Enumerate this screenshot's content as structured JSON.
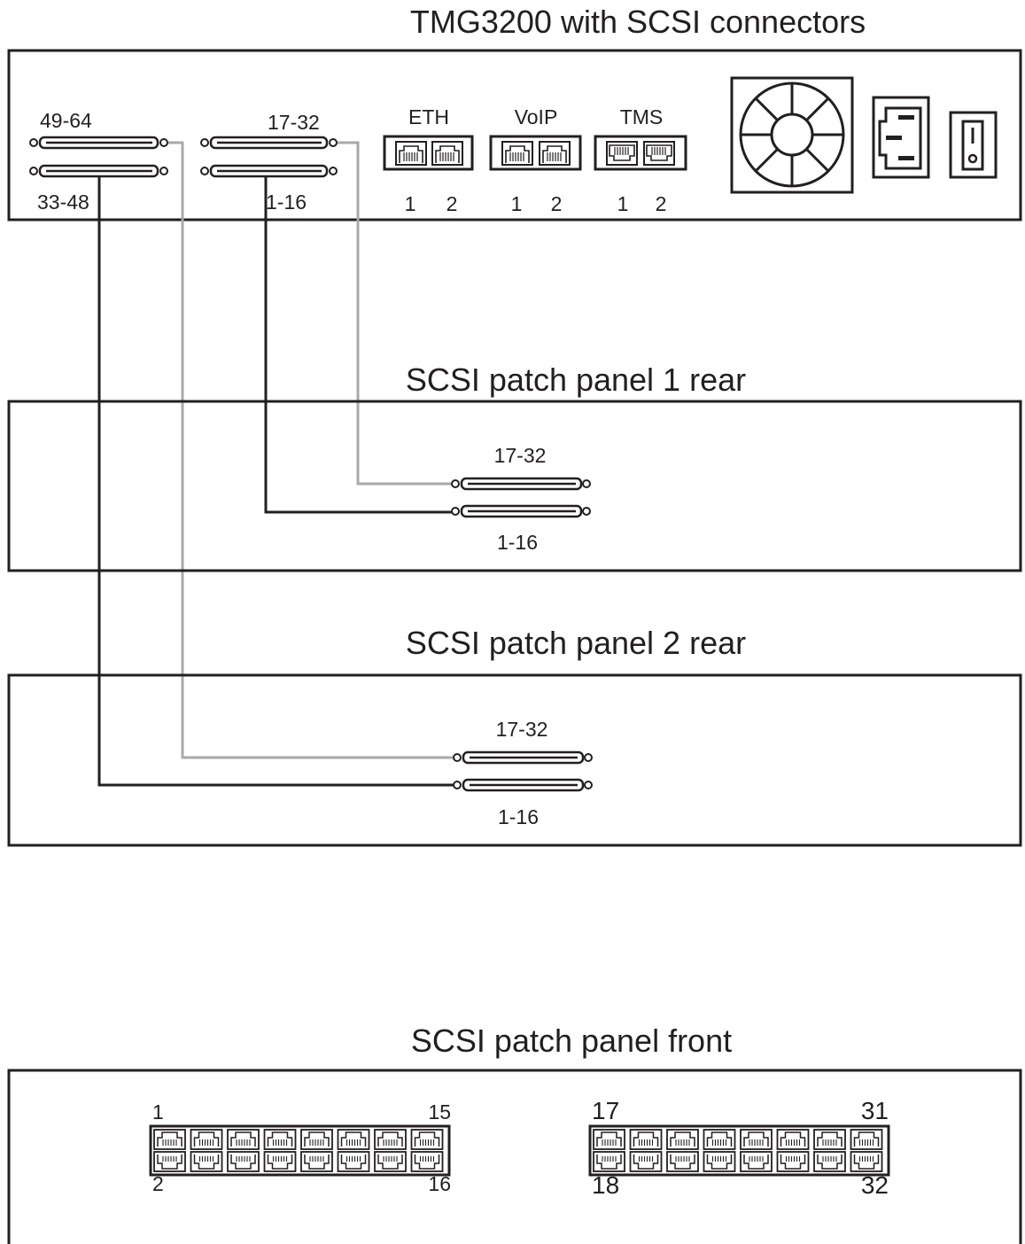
{
  "tmg": {
    "title": "TMG3200 with SCSI connectors",
    "scsi_labels": {
      "top_left": "49-64",
      "bottom_left": "33-48",
      "top_right": "17-32",
      "bottom_right": "1-16"
    },
    "ports": [
      {
        "name": "ETH",
        "jack": "ethernet",
        "numbers": [
          "1",
          "2"
        ]
      },
      {
        "name": "VoIP",
        "jack": "ethernet",
        "numbers": [
          "1",
          "2"
        ]
      },
      {
        "name": "TMS",
        "jack": "serial",
        "numbers": [
          "1",
          "2"
        ]
      }
    ]
  },
  "panel1": {
    "title": "SCSI patch panel 1 rear",
    "top_label": "17-32",
    "bottom_label": "1-16"
  },
  "panel2": {
    "title": "SCSI patch panel 2 rear",
    "top_label": "17-32",
    "bottom_label": "1-16"
  },
  "front": {
    "title": "SCSI patch panel front",
    "left_block": {
      "top_left": "1",
      "top_right": "15",
      "bottom_left": "2",
      "bottom_right": "16"
    },
    "right_block": {
      "top_left": "17",
      "top_right": "31",
      "bottom_left": "18",
      "bottom_right": "32"
    }
  },
  "colors": {
    "stroke": "#231f20",
    "cable_gray": "#a7a9ac"
  }
}
